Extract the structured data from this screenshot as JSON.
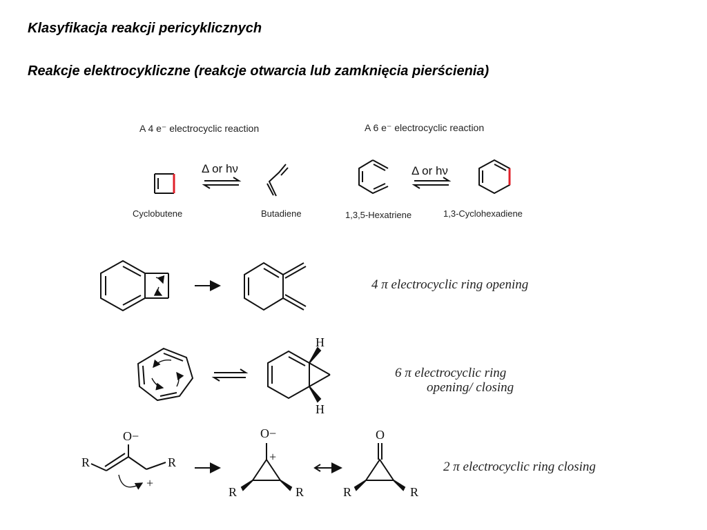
{
  "slide": {
    "title": "Klasyfikacja reakcji pericyklicznych",
    "subtitle": "Reakcje elektrocykliczne (reakcje otwarcia lub zamknięcia pierścienia)"
  },
  "top_scheme": {
    "left_heading": "A 4 e⁻ electrocyclic reaction",
    "right_heading": "A 6 e⁻ electrocyclic reaction",
    "condition_left": "Δ or hν",
    "condition_right": "Δ or hν",
    "labels": {
      "cyclobutene": "Cyclobutene",
      "butadiene": "Butadiene",
      "hexatriene": "1,3,5-Hexatriene",
      "cyclohexadiene": "1,3-Cyclohexadiene"
    },
    "highlight_color": "#e0202a"
  },
  "rows": {
    "row1_desc": "4 π electrocyclic ring opening",
    "row2_desc_line1": "6 π electrocyclic ring",
    "row2_desc_line2": "opening/ closing",
    "row3_desc": "2 π electrocyclic ring closing"
  },
  "atoms": {
    "H": "H",
    "R": "R",
    "O_minus": "O−",
    "O": "O",
    "plus": "+"
  }
}
